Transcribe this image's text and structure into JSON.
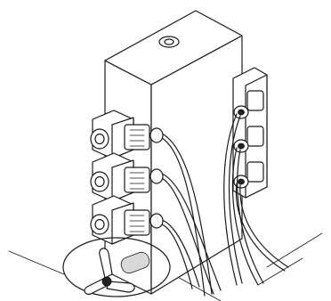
{
  "figure": {
    "subject": "valve-manifold-assembly",
    "line_color": "#1a1a1a",
    "background_color": "#ffffff",
    "valve_count": 3,
    "fitting_count": 3,
    "tube_count": 7
  }
}
